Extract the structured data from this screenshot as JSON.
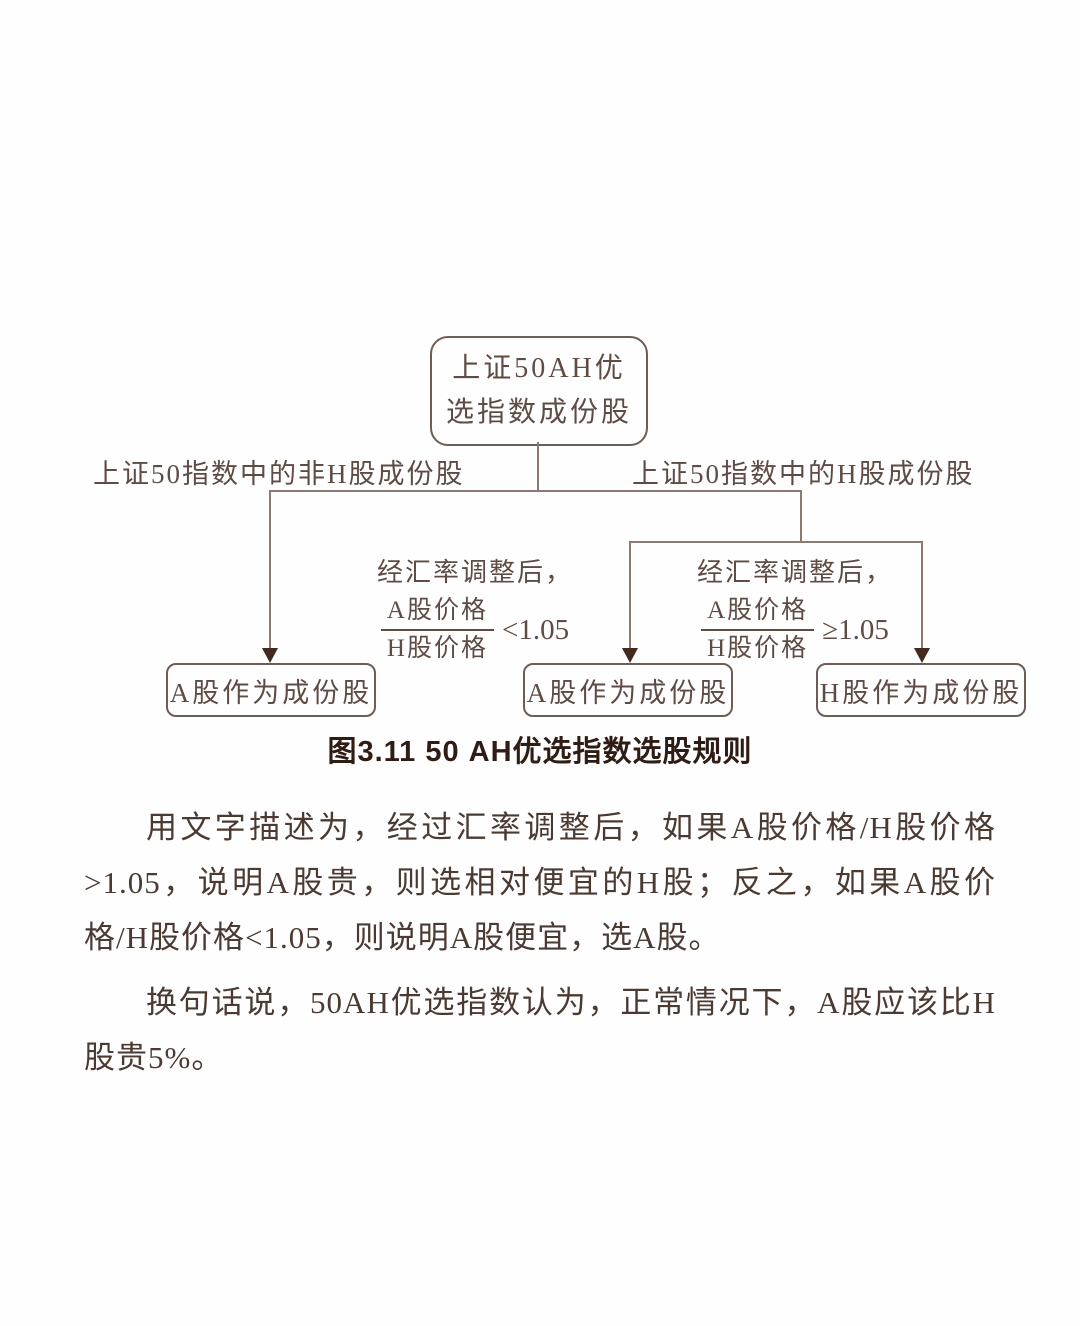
{
  "colors": {
    "page_bg": "#fefefe",
    "line_color": "#8b7a71",
    "box_border": "#6e5d55",
    "diagram_text": "#5e4c44",
    "arrow_color": "#43291d",
    "caption_color": "#2f1d15",
    "body_text": "#4b3a31"
  },
  "flowchart": {
    "root_box": {
      "line1": "上证50AH优",
      "line2": "选指数成份股"
    },
    "left_branch_label": "上证50指数中的非H股成份股",
    "right_branch_label": "上证50指数中的H股成份股",
    "condition_left": {
      "prefix": "经汇率调整后，",
      "numerator": "A股价格",
      "denominator": "H股价格",
      "comparison": "<1.05"
    },
    "condition_right": {
      "prefix": "经汇率调整后，",
      "numerator": "A股价格",
      "denominator": "H股价格",
      "comparison": "≥1.05"
    },
    "leaf_left": "A股作为成份股",
    "leaf_middle": "A股作为成份股",
    "leaf_right": "H股作为成份股"
  },
  "caption": "图3.11 50 AH优选指数选股规则",
  "paragraphs": [
    "用文字描述为，经过汇率调整后，如果A股价格/H股价格>1.05，说明A股贵，则选相对便宜的H股；反之，如果A股价格/H股价格<1.05，则说明A股便宜，选A股。",
    "换句话说，50AH优选指数认为，正常情况下，A股应该比H股贵5%。"
  ]
}
